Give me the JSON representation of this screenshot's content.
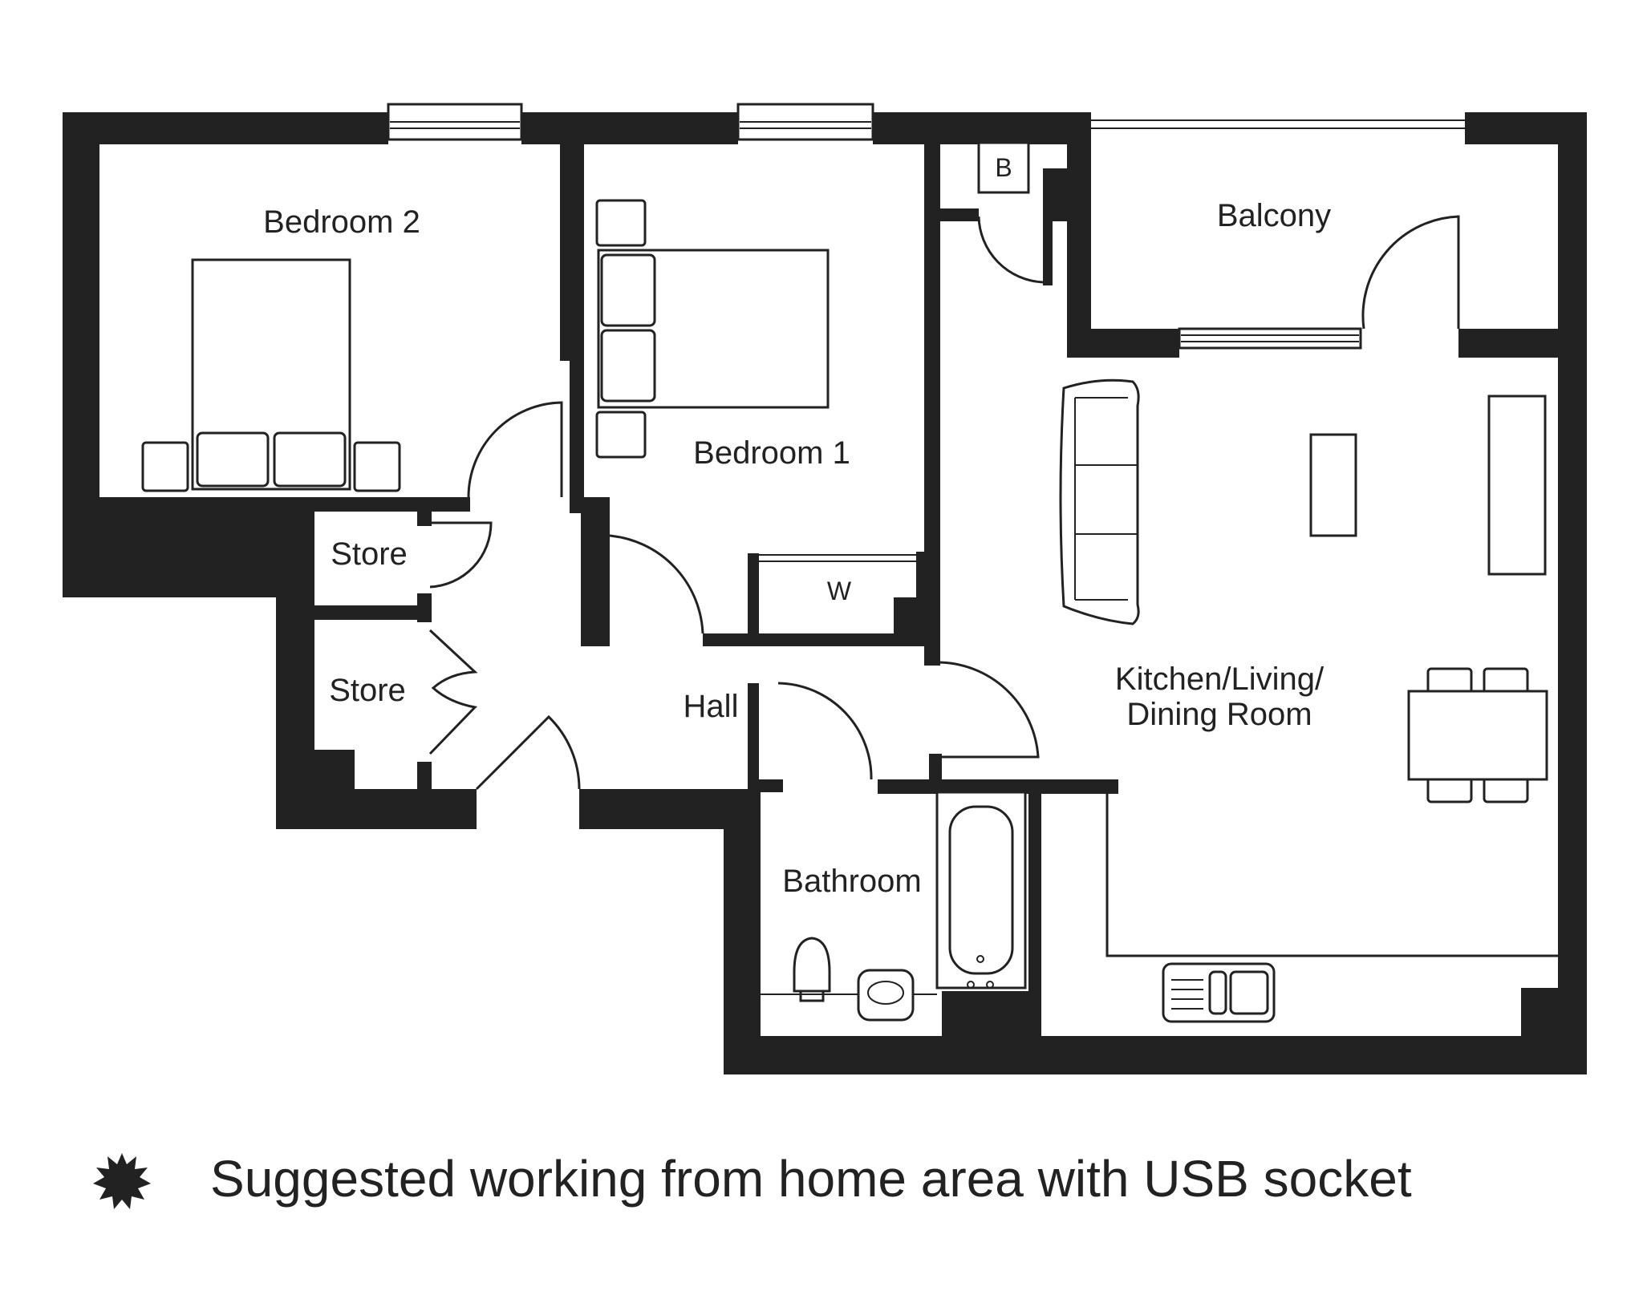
{
  "colors": {
    "wall": "#222222",
    "background": "#ffffff",
    "line": "#222222"
  },
  "rooms": {
    "bedroom2": "Bedroom 2",
    "bedroom1": "Bedroom 1",
    "store_upper": "Store",
    "store_lower": "Store",
    "hall": "Hall",
    "bathroom": "Bathroom",
    "balcony": "Balcony",
    "kitchen_line1": "Kitchen/Living/",
    "kitchen_line2": "Dining Room",
    "boiler": "B",
    "wardrobe": "W"
  },
  "legend": {
    "icon": "star-burst-icon",
    "text": "Suggested working from home area with USB socket"
  }
}
